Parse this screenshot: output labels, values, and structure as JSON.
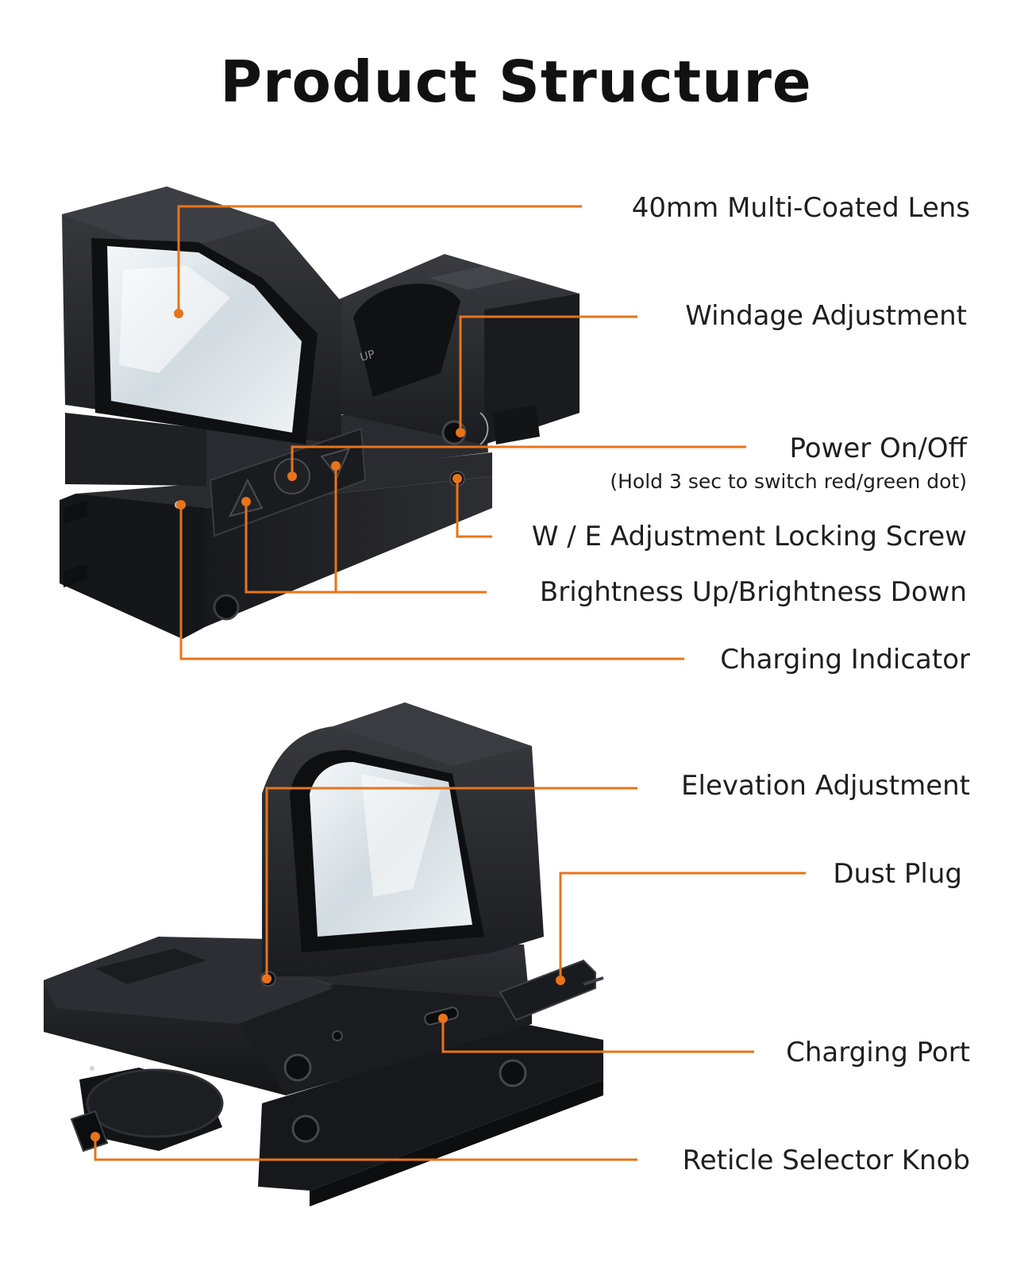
{
  "title": "Product Structure",
  "colors": {
    "accent_line": "#e8741a",
    "body_dark": "#1c1d20",
    "body_mid": "#2b2c30",
    "lens_glass": "#dfe7ec"
  },
  "top_view": {
    "labels": [
      {
        "id": "lens",
        "text": "40mm Multi-Coated Lens"
      },
      {
        "id": "windage",
        "text": "Windage Adjustment"
      },
      {
        "id": "power",
        "text": "Power On/Off"
      },
      {
        "id": "hold",
        "text": "(Hold 3 sec to switch red/green dot)"
      },
      {
        "id": "screw",
        "text": "W / E Adjustment Locking Screw"
      },
      {
        "id": "brightness",
        "text": "Brightness Up/Brightness Down"
      },
      {
        "id": "charging_indicator",
        "text": "Charging Indicator"
      }
    ],
    "engraving": "UP"
  },
  "bottom_view": {
    "labels": [
      {
        "id": "elevation",
        "text": "Elevation Adjustment"
      },
      {
        "id": "dust_plug",
        "text": "Dust Plug"
      },
      {
        "id": "charging_port",
        "text": "Charging Port"
      },
      {
        "id": "reticle",
        "text": "Reticle Selector Knob"
      }
    ]
  }
}
